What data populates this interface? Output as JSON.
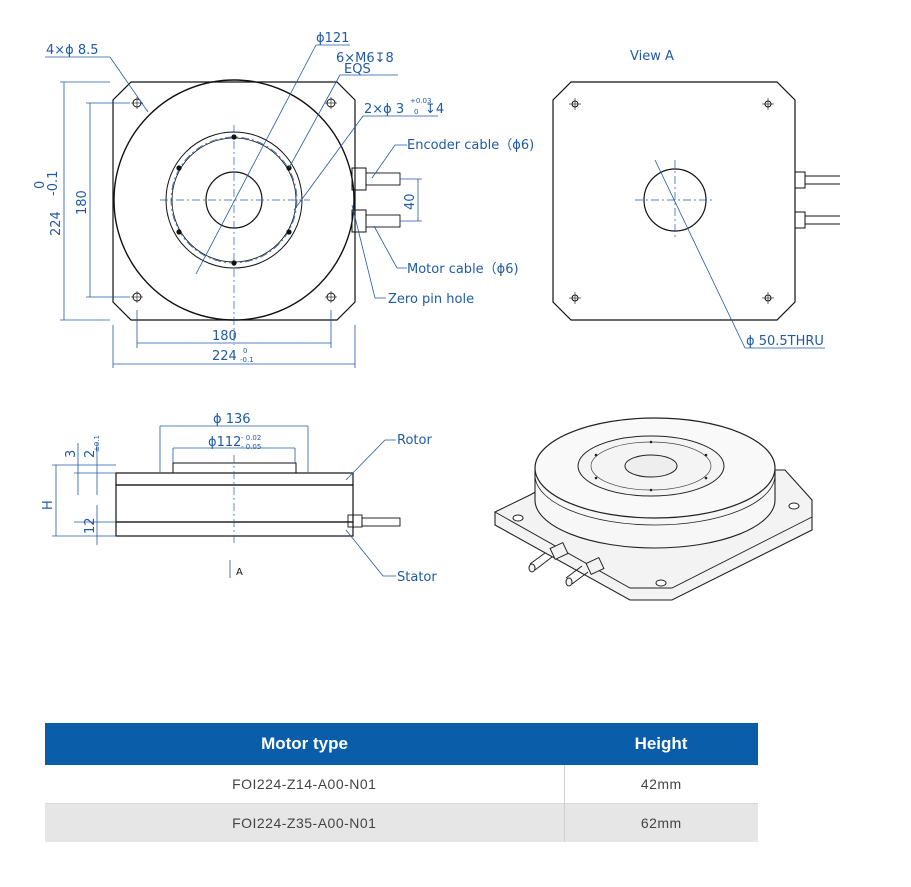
{
  "top_view": {
    "dim_holes": "4×ϕ 8.5",
    "dim_dia": "ϕ121",
    "dim_thread": "6×M6↧8",
    "dim_eqs": "EQS",
    "dim_pin": "2×ϕ 3",
    "dim_pin_tol_upper": "+0.03",
    "dim_pin_tol_lower": "0",
    "dim_pin_depth": "↧4",
    "encoder_label": "Encoder cable（ϕ6)",
    "motor_label": "Motor cable（ϕ6)",
    "zero_pin_label": "Zero pin hole",
    "dim_40": "40",
    "dim_180_v": "180",
    "dim_224_v": "224",
    "dim_224_v_tol": "0",
    "dim_224_v_tol2": "-0.1",
    "dim_180_h": "180",
    "dim_224_h": "224",
    "dim_224_h_tol_upper": "0",
    "dim_224_h_tol_lower": "-0.1"
  },
  "view_a": {
    "title": "View A",
    "dim_thru": "ϕ 50.5THRU"
  },
  "side_view": {
    "dim_136": "ϕ 136",
    "dim_112": "ϕ112",
    "dim_112_tol_upper": "- 0.02",
    "dim_112_tol_lower": "- 0.05",
    "dim_3": "3",
    "dim_2": "2",
    "dim_2_tol": "±0.1",
    "dim_h": "H",
    "dim_12": "12",
    "rotor_label": "Rotor",
    "stator_label": "Stator",
    "arrow_label": "A"
  },
  "table": {
    "headers": [
      "Motor type",
      "Height"
    ],
    "rows": [
      [
        "FOI224-Z14-A00-N01",
        "42mm"
      ],
      [
        "FOI224-Z35-A00-N01",
        "62mm"
      ]
    ]
  },
  "colors": {
    "dimension_blue": "#1f5aa6",
    "header_blue": "#0a5da8",
    "row_alt_gray": "#e6e6e6"
  }
}
